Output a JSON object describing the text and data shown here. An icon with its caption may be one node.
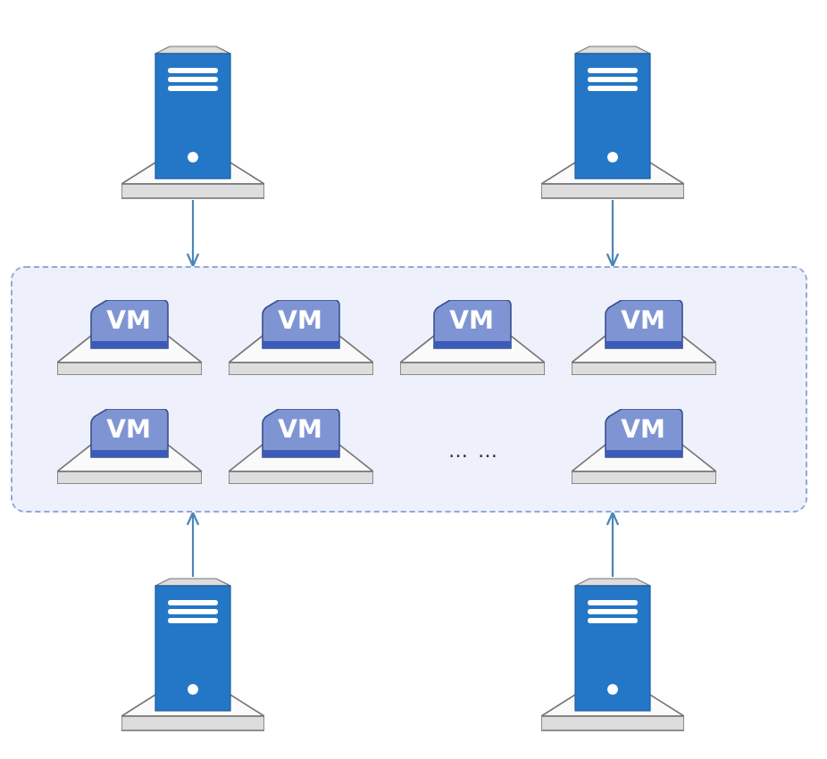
{
  "diagram": {
    "nodes": [
      {
        "text": [],
        "shape": "server"
      },
      {
        "text": [],
        "shape": "server"
      },
      {
        "text": [],
        "shape": "box"
      },
      {
        "text": [
          "VM"
        ],
        "in": 2
      },
      {
        "text": [
          "VM"
        ],
        "in": 2
      },
      {
        "text": [
          "VM"
        ],
        "in": 2
      },
      {
        "text": [
          "VM"
        ],
        "in": 2
      },
      {
        "text": [
          "VM"
        ],
        "in": 2
      },
      {
        "text": [
          "VM"
        ],
        "in": 2
      },
      {
        "text": [
          "VM"
        ],
        "in": 2
      },
      {
        "text": [],
        "shape": "server"
      },
      {
        "text": [],
        "shape": "server"
      }
    ],
    "edges": [
      {
        "from": 0,
        "to": 2,
        "arrow": "to"
      },
      {
        "from": 1,
        "to": 2,
        "arrow": "to"
      },
      {
        "from": 10,
        "to": 2,
        "arrow": "to"
      },
      {
        "from": 11,
        "to": 2,
        "arrow": "to"
      }
    ],
    "labels": [
      "… …"
    ]
  }
}
